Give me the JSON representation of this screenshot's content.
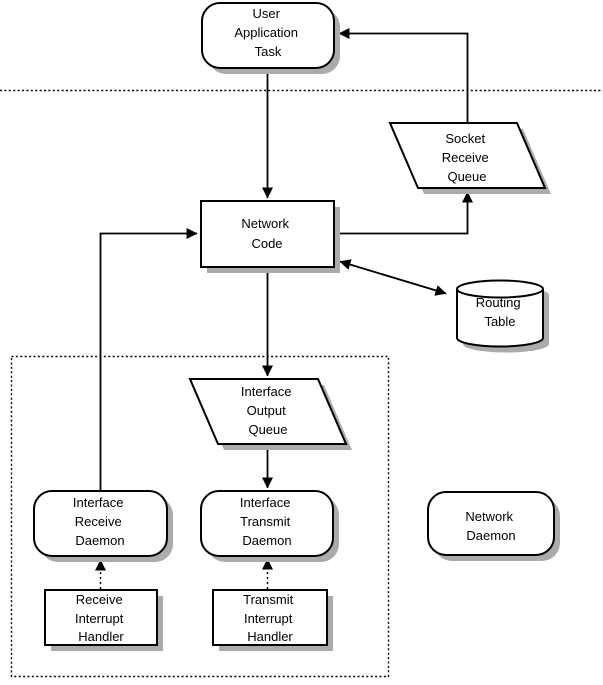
{
  "diagram": {
    "type": "flow-diagram",
    "subject": "network-stack-architecture",
    "colors": {
      "background": "#ffffff",
      "node_fill": "#ffffff",
      "stroke": "#000000",
      "shadow": "#ababab"
    },
    "nodes": {
      "user_application_task": {
        "shape": "rounded-rectangle",
        "lines": [
          "User",
          "Application",
          "Task"
        ]
      },
      "socket_receive_queue": {
        "shape": "parallelogram",
        "lines": [
          "Socket",
          "Receive",
          "Queue"
        ]
      },
      "network_code": {
        "shape": "rectangle",
        "lines": [
          "Network",
          "Code"
        ]
      },
      "routing_table": {
        "shape": "cylinder",
        "lines": [
          "Routing",
          "Table"
        ]
      },
      "interface_output_queue": {
        "shape": "parallelogram",
        "lines": [
          "Interface",
          "Output",
          "Queue"
        ]
      },
      "interface_receive_daemon": {
        "shape": "rounded-rectangle",
        "lines": [
          "Interface",
          "Receive",
          "Daemon"
        ]
      },
      "interface_transmit_daemon": {
        "shape": "rounded-rectangle",
        "lines": [
          "Interface",
          "Transmit",
          "Daemon"
        ]
      },
      "network_daemon": {
        "shape": "rounded-rectangle",
        "lines": [
          "Network",
          "Daemon"
        ]
      },
      "receive_interrupt_handler": {
        "shape": "rectangle",
        "lines": [
          "Receive",
          "Interrupt",
          "Handler"
        ]
      },
      "transmit_interrupt_handler": {
        "shape": "rectangle",
        "lines": [
          "Transmit",
          "Interrupt",
          "Handler"
        ]
      }
    },
    "edges": [
      {
        "from": "user_application_task",
        "to": "network_code",
        "style": "solid",
        "arrows": "end"
      },
      {
        "from": "socket_receive_queue",
        "to": "user_application_task",
        "style": "solid",
        "arrows": "end"
      },
      {
        "from": "network_code",
        "to": "socket_receive_queue",
        "style": "solid",
        "arrows": "end"
      },
      {
        "from": "interface_receive_daemon",
        "to": "network_code",
        "style": "solid",
        "arrows": "end"
      },
      {
        "from": "network_code",
        "to": "routing_table",
        "style": "solid",
        "arrows": "both"
      },
      {
        "from": "network_code",
        "to": "interface_output_queue",
        "style": "solid",
        "arrows": "end"
      },
      {
        "from": "interface_output_queue",
        "to": "interface_transmit_daemon",
        "style": "solid",
        "arrows": "end"
      },
      {
        "from": "receive_interrupt_handler",
        "to": "interface_receive_daemon",
        "style": "dotted",
        "arrows": "end"
      },
      {
        "from": "transmit_interrupt_handler",
        "to": "interface_transmit_daemon",
        "style": "dotted",
        "arrows": "end"
      }
    ],
    "regions": {
      "user_kernel_separator": {
        "style": "dotted-horizontal-line"
      },
      "interrupt_region": {
        "style": "dotted-rectangle"
      }
    }
  }
}
